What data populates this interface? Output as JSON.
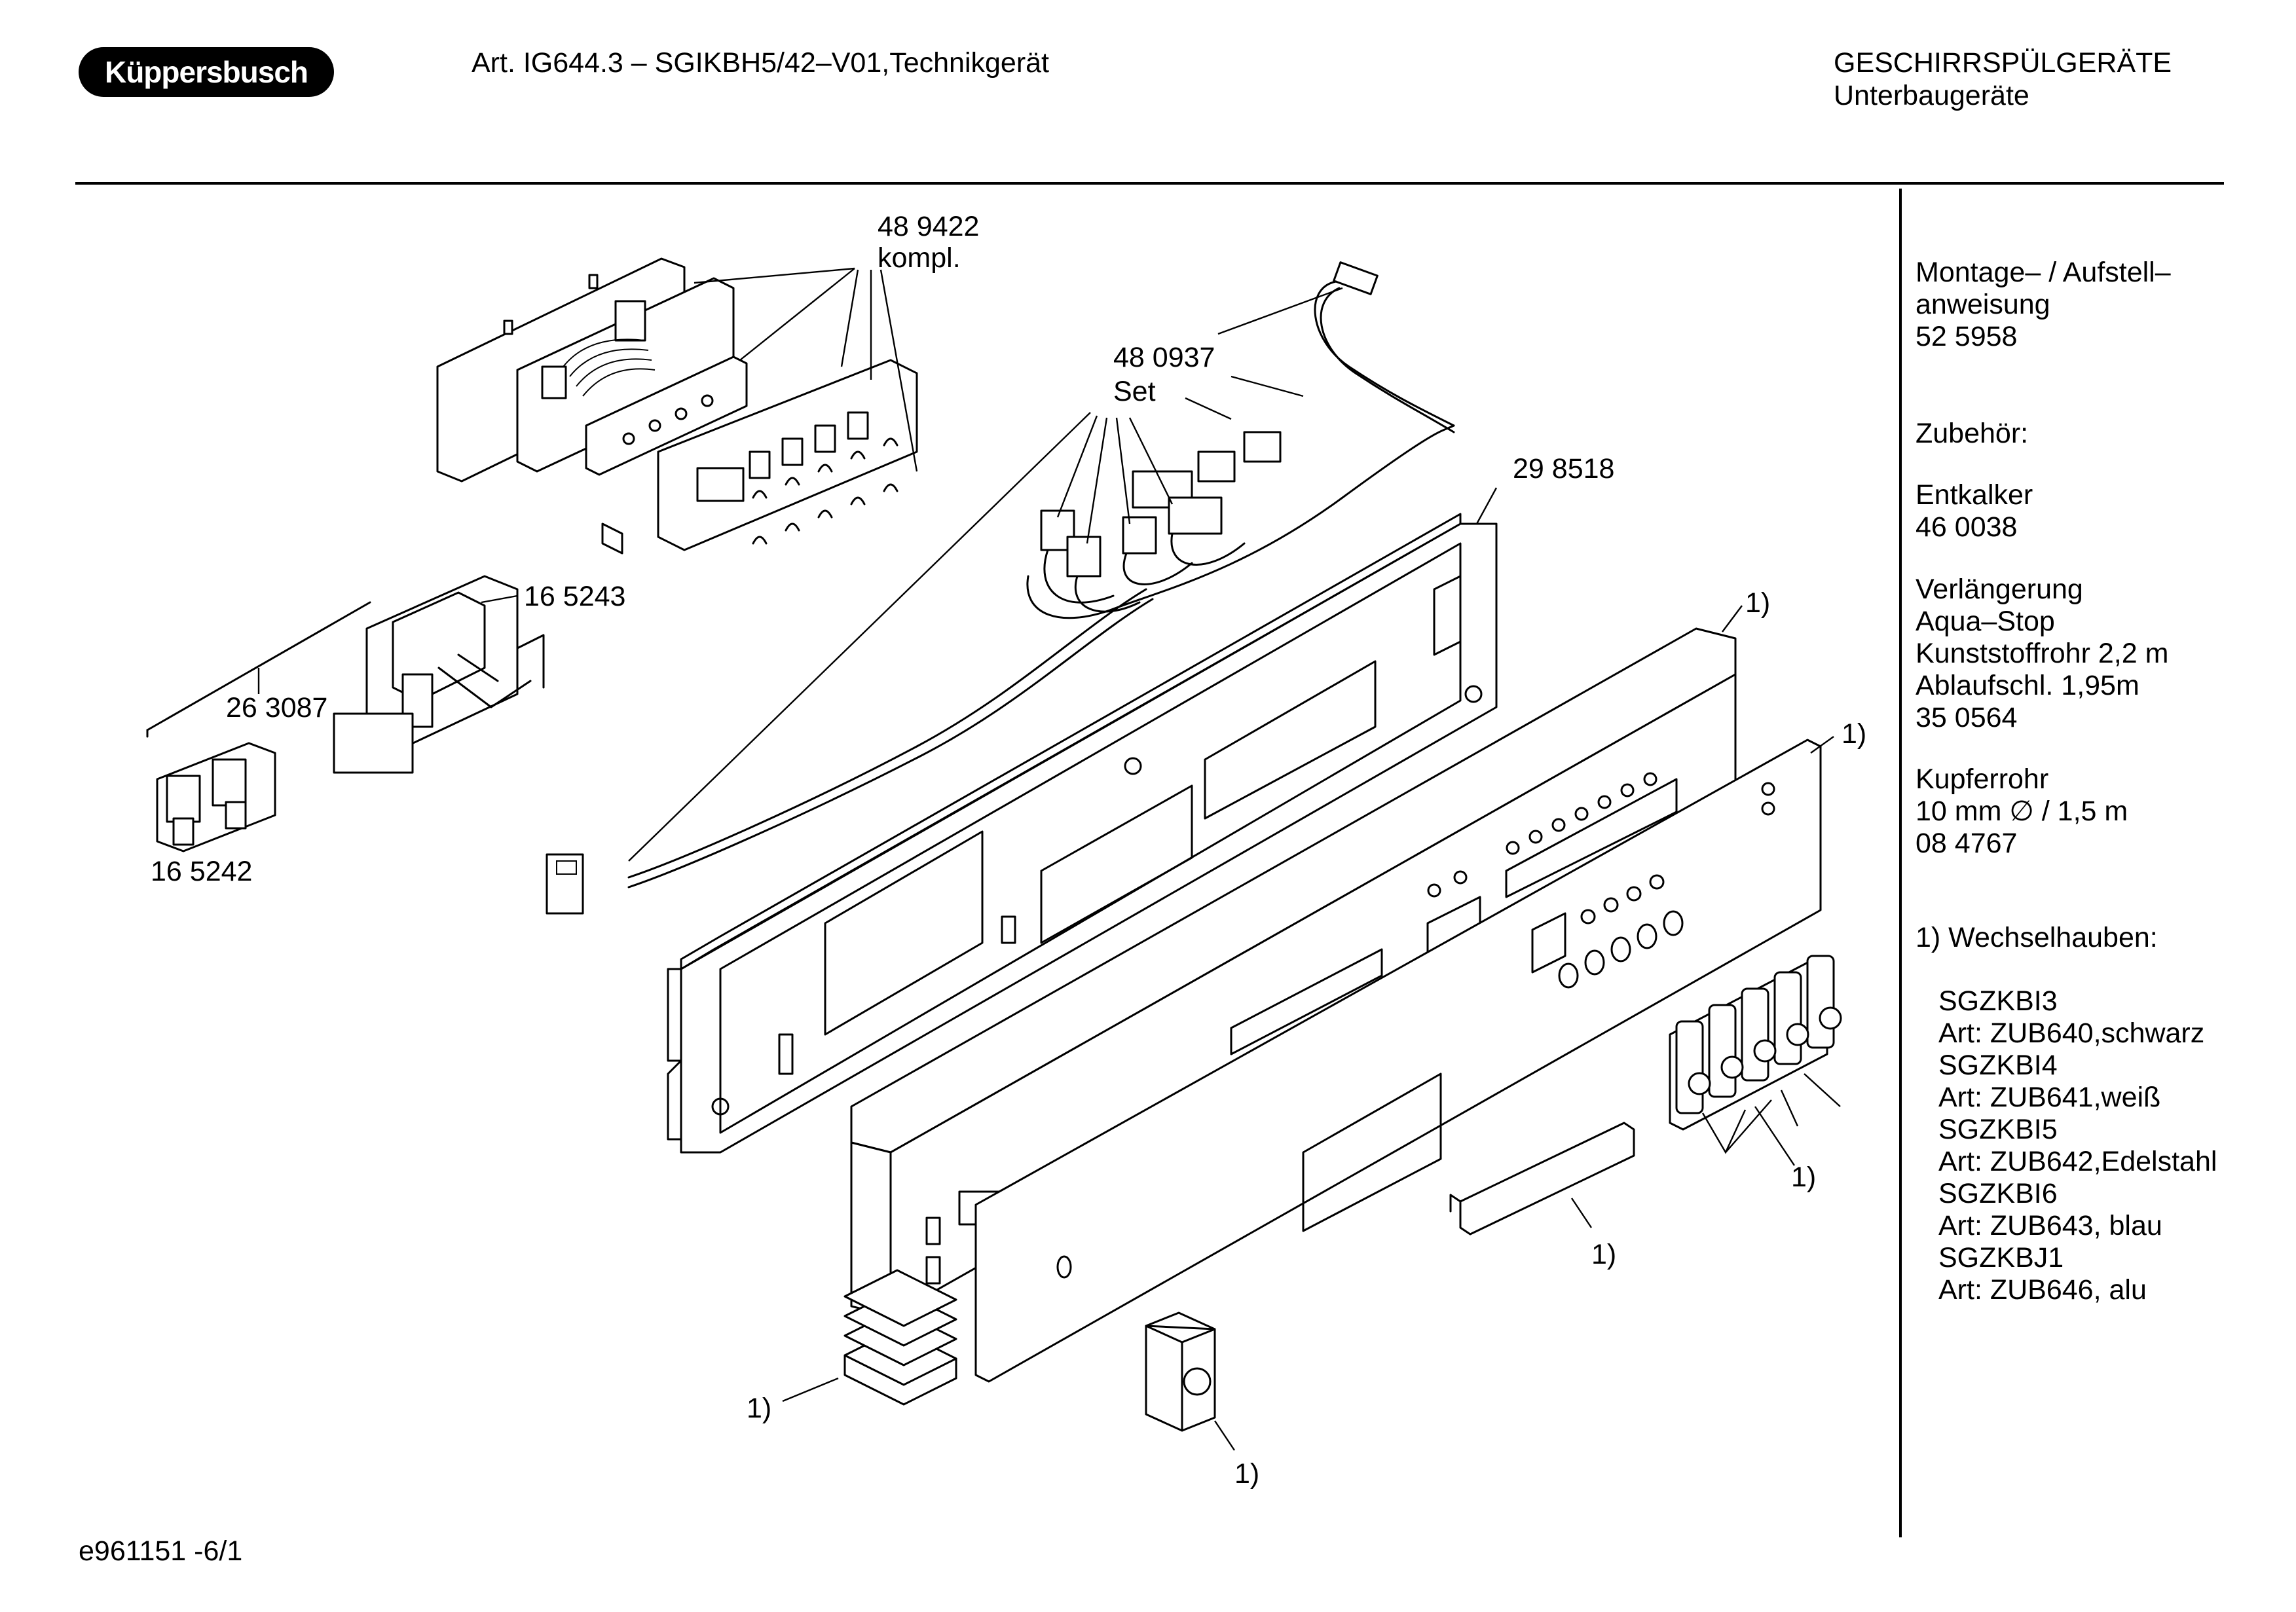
{
  "header": {
    "brand": "Küppersbusch",
    "article": "Art. IG644.3 – SGIKBH5/42–V01,Technikgerät",
    "category": "GESCHIRRSPÜLGERÄTE",
    "subcategory": "Unterbaugeräte"
  },
  "parts": {
    "control_module": [
      "48 9422",
      "kompl."
    ],
    "wiring_set": [
      "48 0937",
      "Set"
    ],
    "control_panel_frame": "29 8518",
    "switch_holder": "16 5243",
    "rod": "26 3087",
    "switch_unit": "16 5242",
    "exchange_marks": [
      "1)",
      "1)",
      "1)",
      "1)",
      "1)",
      "1)"
    ]
  },
  "sidebar": {
    "manual": "Montage– / Aufstell–\nanweisung\n52 5958",
    "accessories_heading": "Zubehör:",
    "descaler": "Entkalker\n46 0038",
    "extension": "Verlängerung\nAqua–Stop\nKunststoffrohr 2,2 m\nAblaufschl. 1,95m\n35 0564",
    "copper_pipe": "Kupferrohr\n10 mm ∅ / 1,5 m\n08 4767",
    "exchange_covers_heading": "1) Wechselhauben:",
    "exchange_covers": "SGZKBI3\nArt: ZUB640,schwarz\nSGZKBI4\nArt: ZUB641,weiß\nSGZKBI5\nArt: ZUB642,Edelstahl\nSGZKBI6\nArt: ZUB643, blau\nSGZKBJ1\nArt: ZUB646, alu"
  },
  "footer": {
    "drawing_number": "e961151 -6/1"
  }
}
